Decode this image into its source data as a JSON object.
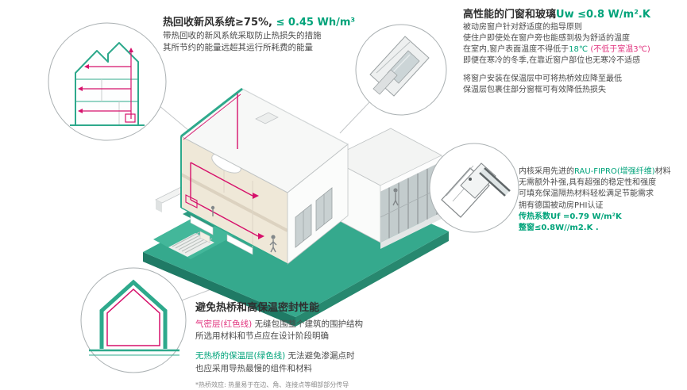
{
  "colors": {
    "teal": "#35a98d",
    "teal_dark": "#27886f",
    "green_text": "#00a37a",
    "red_line": "#d6116b",
    "red_text": "#e1337e",
    "dark_text": "#2f2f2f"
  },
  "heat_recovery": {
    "title_main": "热回收新风系统≥75%,",
    "title_value": " ≤ 0.45 Wh/m³",
    "line1": "带热回收的新风系统采取防止热损失的措施",
    "line2": "其所节约的能量远超其运行所耗费的能量"
  },
  "windows": {
    "title_main": "高性能的门窗和玻璃",
    "title_value": "Uw ≤0.8 W/m².K",
    "p1_l1": "被动房窗户针对舒适度的指导原则",
    "p1_l2": "使住户即使处在窗户旁也能感到极为舒适的温度",
    "p1_l3_a": "在室内,窗户表面温度不得低于",
    "p1_l3_b": "18℃",
    "p1_l3_c": " (不低于室温3℃)",
    "p1_l4": "即便在寒冷的冬季,在靠近窗户部位也无寒冷不适感",
    "p2_l1": "将窗户安装在保温层中可将热桥效应降至最低",
    "p2_l2": "保温层包裹住部分窗框可有效降低热损失"
  },
  "profile": {
    "l1_a": "内核采用先进的",
    "l1_b": "RAU-FIPRO(增强纤维)",
    "l1_c": "材料",
    "l2": "无需额外补强,具有超强的稳定性和强度",
    "l3": "可填充保温隔热材料轻松满足节能需求",
    "l4": "拥有德国被动房PHI认证",
    "l5": "传热系数Uf =0.79 W/m²K",
    "l6": "整窗≤0.8W//m2.K ."
  },
  "thermal": {
    "title": "避免热桥和高保温密封性能",
    "l1_a": "气密层(红色线)",
    "l1_b": " 无缝包围整个建筑的围护结构",
    "l2": "所选用材料和节点应在设计阶段明确",
    "l3_a": "无热桥的保温层(绿色线)",
    "l3_b": " 无法避免渗漏点时",
    "l4": "也应采用导热最慢的组件和材料",
    "footnote": "*热桥效应: 热量易于在边、角、连接点等细部部分传导"
  }
}
